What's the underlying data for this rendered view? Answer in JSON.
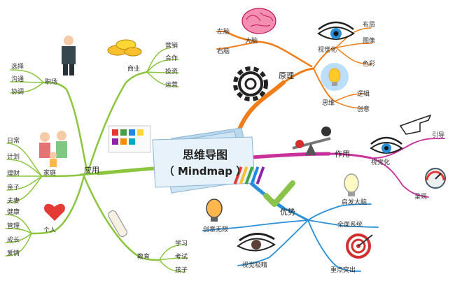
{
  "center": {
    "title": "思维导图",
    "subtitle": "（ Mindmap ）"
  },
  "branches": {
    "yuanli": {
      "label": "原理",
      "dana": {
        "label": "大脑",
        "left": "左脑",
        "right": "右脑"
      },
      "shijuehua": {
        "label": "视觉化",
        "items": [
          "布局",
          "图像",
          "色彩"
        ]
      },
      "siwei": {
        "label": "思维",
        "items": [
          "逻辑",
          "创意"
        ]
      }
    },
    "zuoyong": {
      "label": "作用",
      "shijuehua": {
        "label": "视觉化",
        "items": [
          "引导",
          "呈现"
        ]
      }
    },
    "youshi": {
      "label": "优势",
      "items": [
        "启发大脑",
        "全面系统",
        "重点突出",
        "视觉吸睛",
        "创意无限"
      ]
    },
    "yingyong": {
      "label": "应用",
      "shangye": {
        "label": "商业",
        "items": [
          "营销",
          "合作",
          "投资",
          "运营"
        ]
      },
      "zhichang": {
        "label": "职场",
        "items": [
          "选择",
          "沟通",
          "协调"
        ]
      },
      "jiating": {
        "label": "家庭",
        "items": [
          "日常",
          "计划",
          "理财",
          "亲子",
          "夫妻"
        ]
      },
      "geren": {
        "label": "个人",
        "items": [
          "健康",
          "管理",
          "成长",
          "爱情"
        ]
      },
      "jiaoyu": {
        "label": "教育",
        "items": [
          "学习",
          "考试",
          "孩子"
        ]
      }
    }
  },
  "colors": {
    "orange": "#f07d1a",
    "magenta": "#c8309a",
    "blue": "#2a8fd6",
    "green": "#8cc63f"
  }
}
